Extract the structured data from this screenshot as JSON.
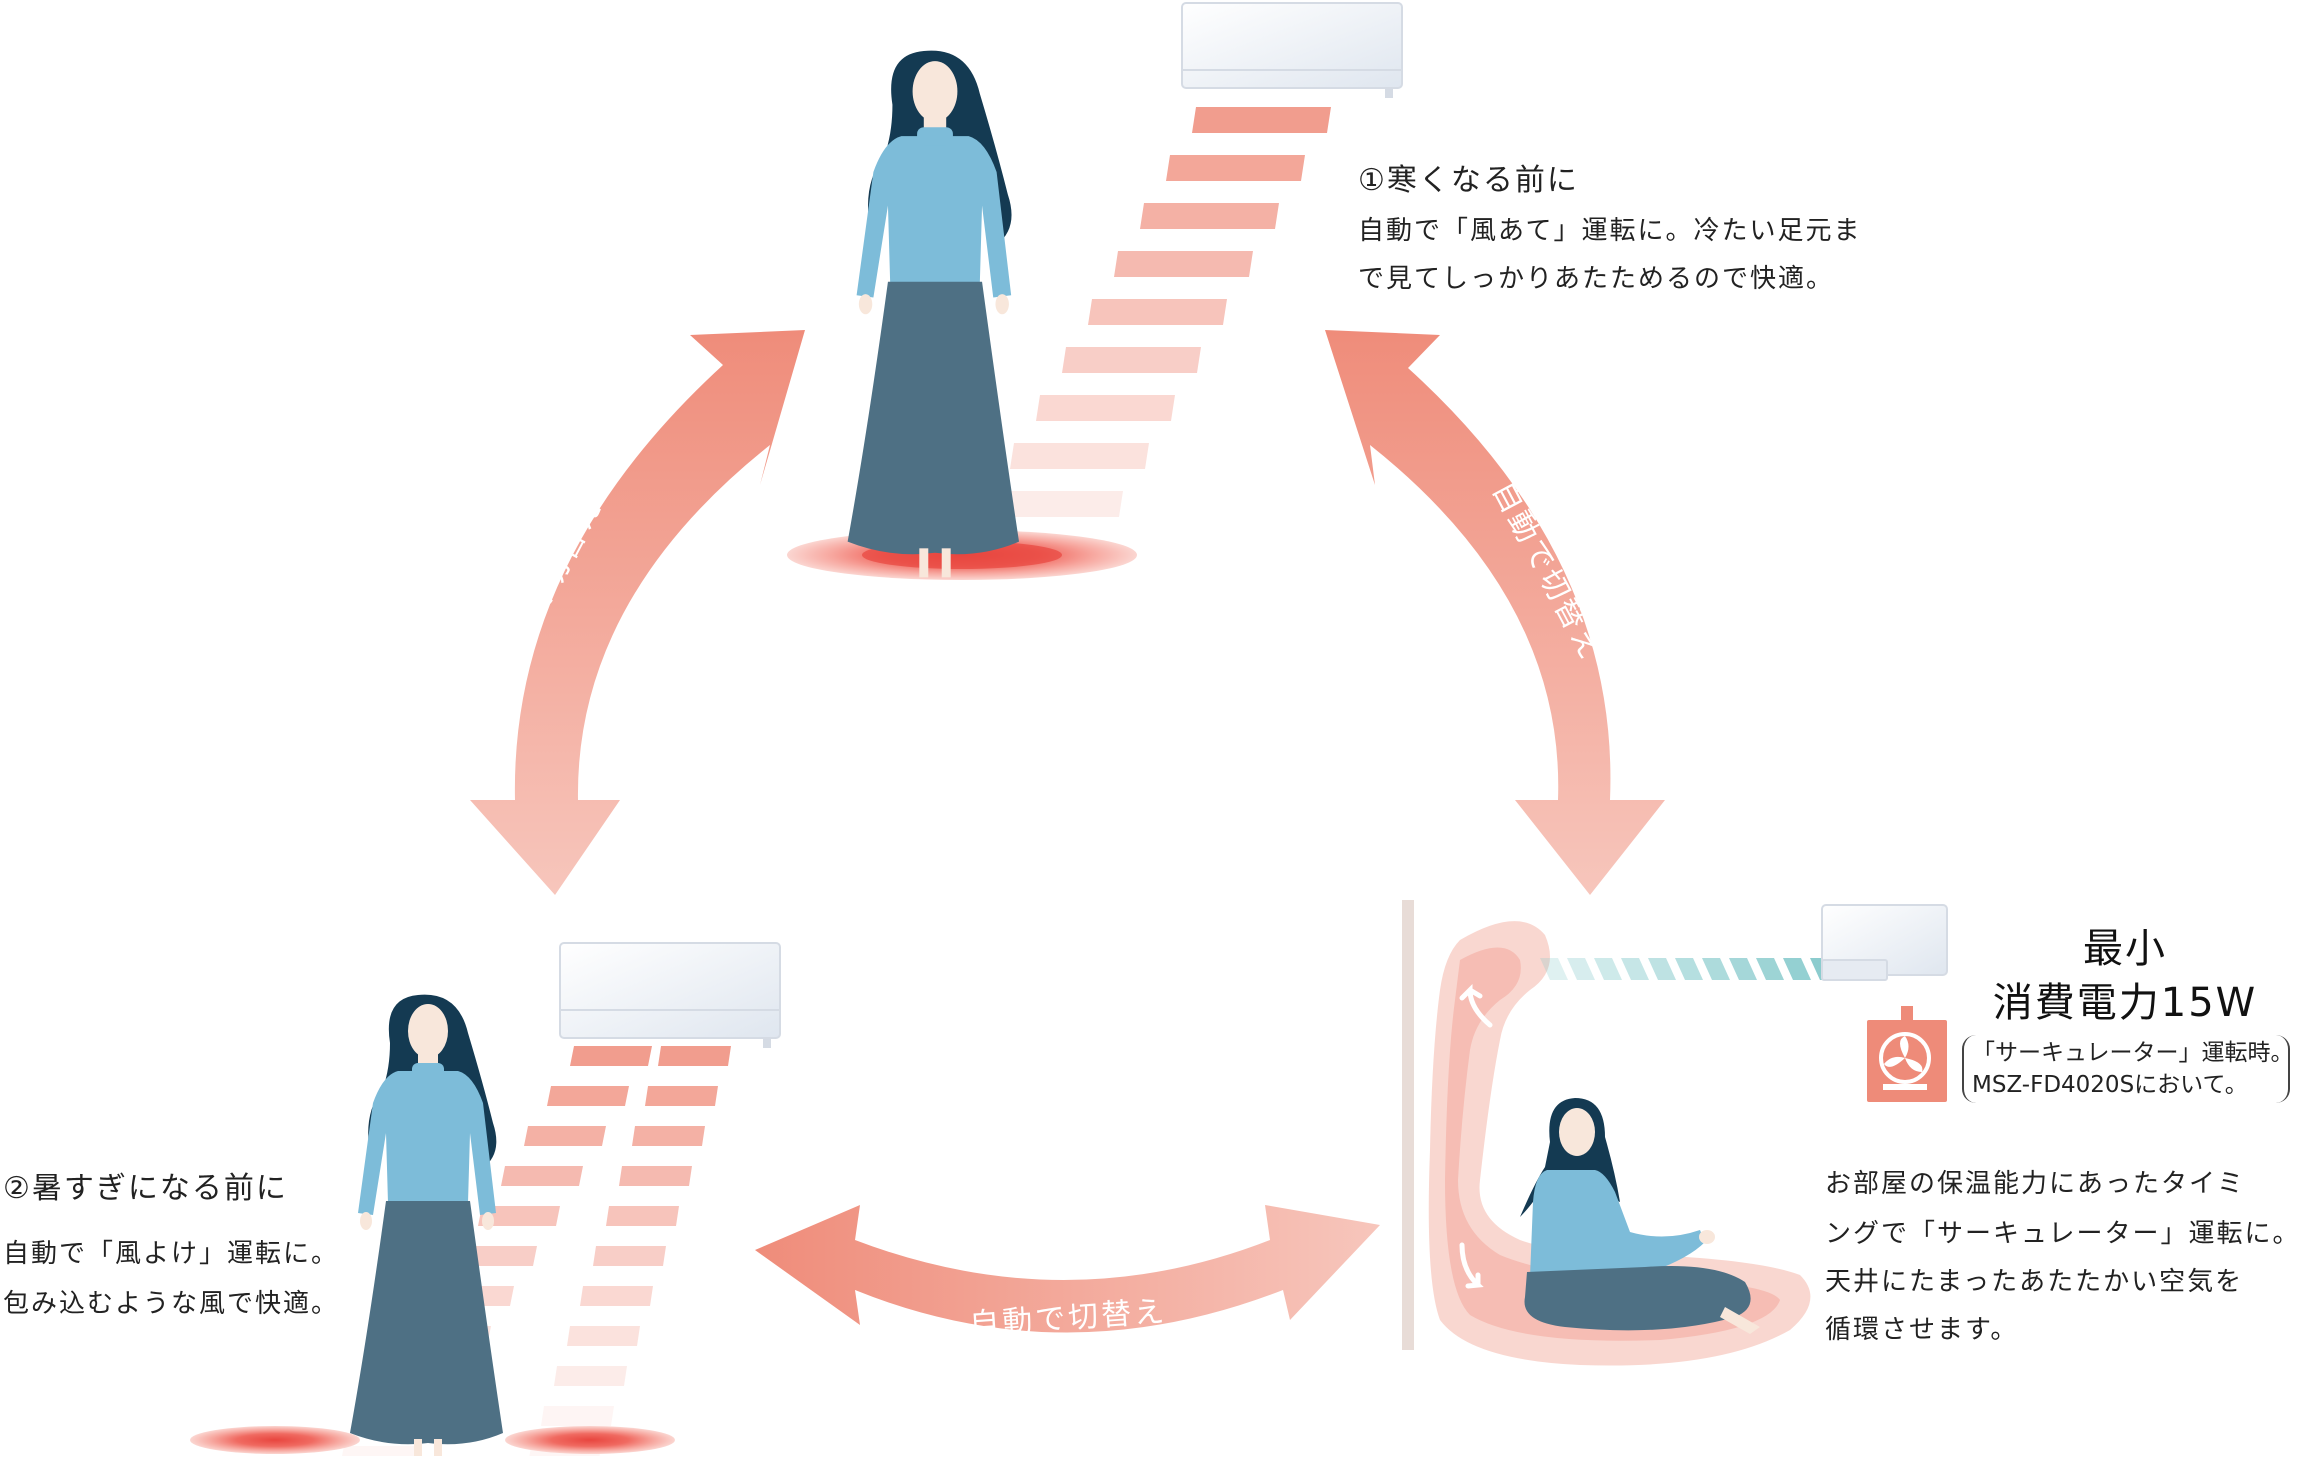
{
  "colors": {
    "warm": "#ef8c7a",
    "warm_light": "#f7c6bc",
    "sweater": "#7dbcd9",
    "skirt": "#4e7084",
    "hair": "#143a52",
    "skin": "#f8e7db",
    "cool_air": "#7fc7c9",
    "icon_bg": "#ee8b79",
    "wall": "#e8dcd7"
  },
  "arrows": {
    "left_label": "自動で切替え",
    "right_label": "自動で切替え",
    "bottom_label": "自動で切替え"
  },
  "mode1": {
    "heading": "①寒くなる前に",
    "lines": [
      "自動で「風あて」運転に。冷たい足元ま",
      "で見てしっかりあたためるので快適。"
    ]
  },
  "mode2": {
    "heading": "②暑すぎになる前に",
    "lines": [
      "自動で「風よけ」運転に。",
      "包み込むような風で快適。"
    ]
  },
  "mode3": {
    "power_title": "最小",
    "power_value": "消費電力15W",
    "note_lines": [
      "「サーキュレーター」運転時。",
      "MSZ-FD4020Sにおいて。"
    ],
    "icon": "circulator-fan-icon",
    "lines": [
      "お部屋の保温能力にあったタイミ",
      "ングで「サーキュレーター」運転に。",
      "天井にたまったあたたかい空気を",
      "循環させます。"
    ]
  }
}
